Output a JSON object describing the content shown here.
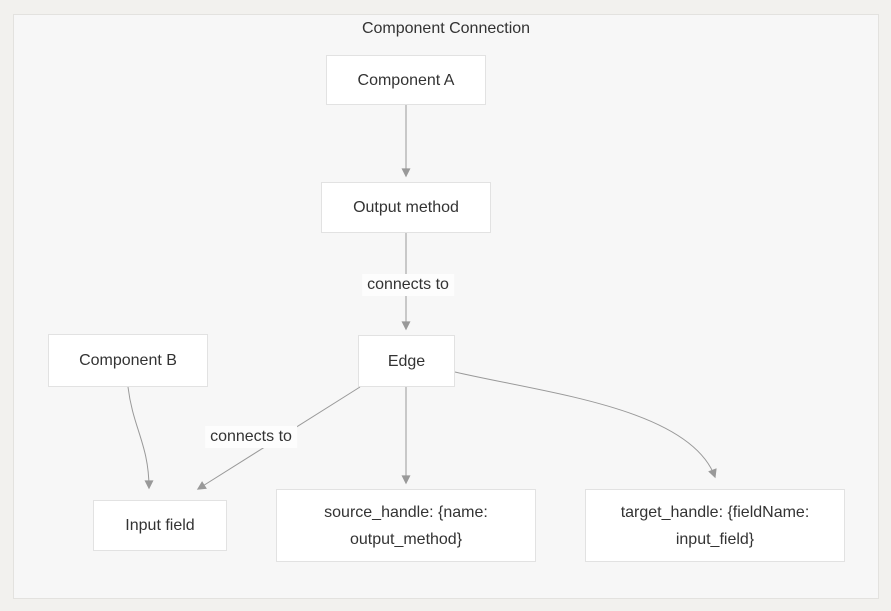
{
  "title": "Component Connection",
  "colors": {
    "bg": "#f2f1ee",
    "panel": "#f7f7f7",
    "panel_border": "#e3e2df",
    "node_fill": "#ffffff",
    "node_border": "#e2e2e2",
    "edge": "#999999",
    "text": "#333333",
    "label_bg": "#fdfdfd"
  },
  "diagram": {
    "nodes": [
      {
        "id": "component-a",
        "label": "Component A"
      },
      {
        "id": "output-method",
        "label": "Output method"
      },
      {
        "id": "edge",
        "label": "Edge"
      },
      {
        "id": "component-b",
        "label": "Component B"
      },
      {
        "id": "input-field",
        "label": "Input field"
      },
      {
        "id": "source-handle",
        "label": "source_handle: {name: output_method}"
      },
      {
        "id": "target-handle",
        "label": "target_handle: {fieldName: input_field}"
      }
    ],
    "edges": [
      {
        "from": "Component A",
        "to": "Output method",
        "label": ""
      },
      {
        "from": "Output method",
        "to": "Edge",
        "label": "connects to"
      },
      {
        "from": "Edge",
        "to": "Input field",
        "label": "connects to"
      },
      {
        "from": "Edge",
        "to": "source_handle: {name: output_method}",
        "label": ""
      },
      {
        "from": "Edge",
        "to": "target_handle: {fieldName: input_field}",
        "label": ""
      },
      {
        "from": "Component B",
        "to": "Input field",
        "label": ""
      }
    ]
  }
}
